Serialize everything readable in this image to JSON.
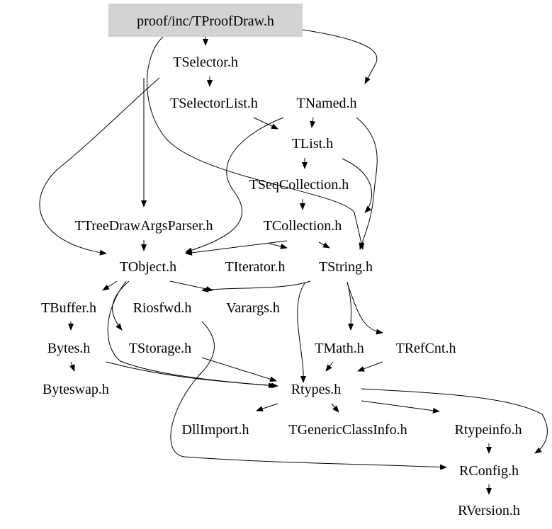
{
  "root": {
    "label": "proof/inc/TProofDraw.h",
    "fill": "#d3d3d3"
  },
  "nodes": {
    "tselector": "TSelector.h",
    "tselectorlist": "TSelectorList.h",
    "tnamed": "TNamed.h",
    "tlist": "TList.h",
    "tseqcollection": "TSeqCollection.h",
    "ttreedrawargsparser": "TTreeDrawArgsParser.h",
    "tcollection": "TCollection.h",
    "tobject": "TObject.h",
    "titerator": "TIterator.h",
    "tstring": "TString.h",
    "tbuffer": "TBuffer.h",
    "riosfwd": "Riosfwd.h",
    "varargs": "Varargs.h",
    "bytes": "Bytes.h",
    "tstorage": "TStorage.h",
    "tmath": "TMath.h",
    "trefcnt": "TRefCnt.h",
    "byteswap": "Byteswap.h",
    "rtypes": "Rtypes.h",
    "dllimport": "DllImport.h",
    "tgenericclassinfo": "TGenericClassInfo.h",
    "rtypeinfo": "Rtypeinfo.h",
    "rconfig": "RConfig.h",
    "rversion": "RVersion.h"
  }
}
